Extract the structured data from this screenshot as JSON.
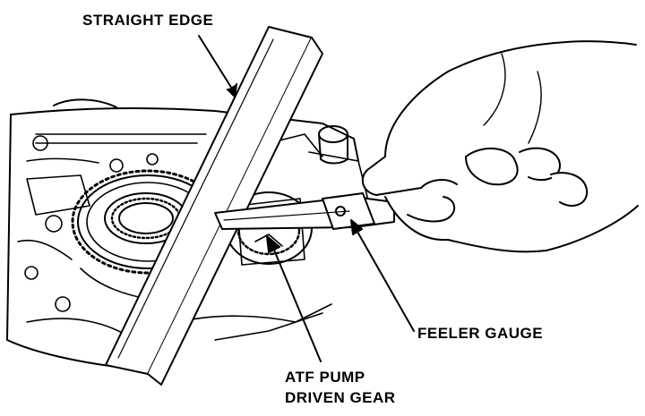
{
  "labels": {
    "straight_edge": "STRAIGHT EDGE",
    "feeler_gauge": "FEELER GAUGE",
    "atf_pump_line1": "ATF PUMP",
    "atf_pump_line2": "DRIVEN GEAR"
  },
  "colors": {
    "ink": "#000000",
    "paper": "#ffffff"
  }
}
